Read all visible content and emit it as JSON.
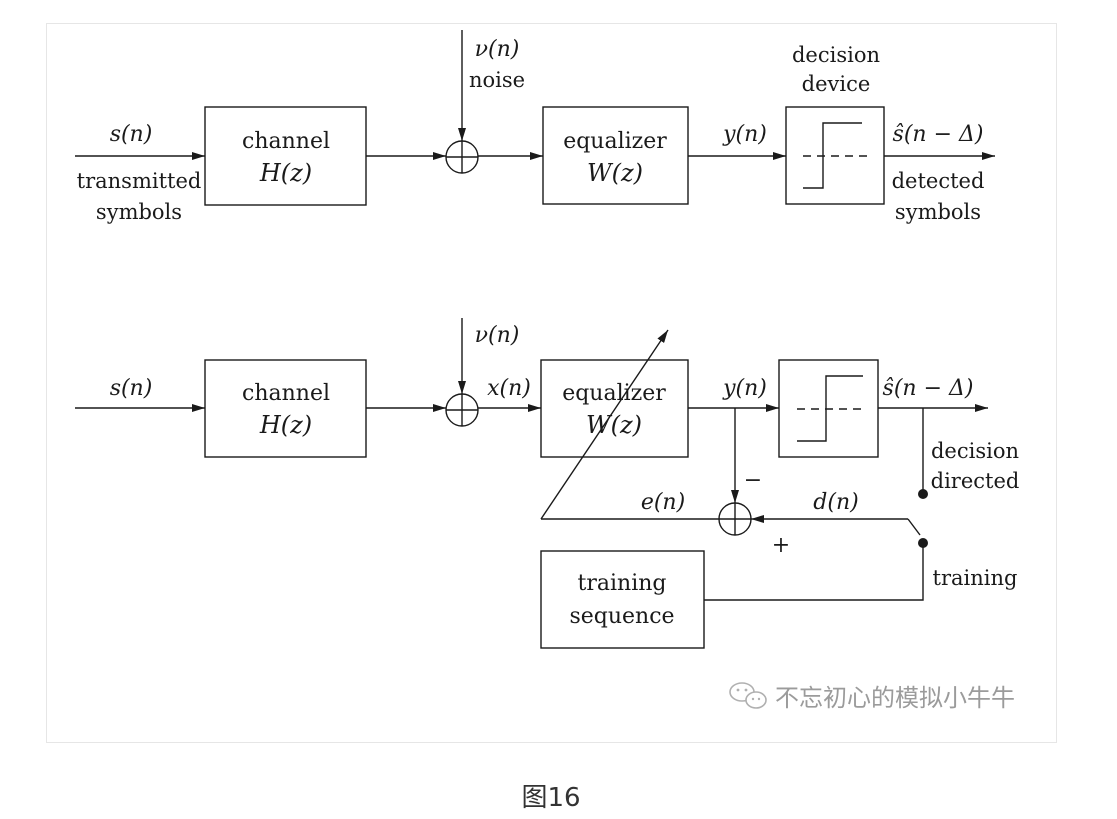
{
  "caption": "图16",
  "watermark": {
    "icon": "wechat-icon",
    "text": "不忘初心的模拟小牛牛"
  },
  "top_diagram": {
    "input": {
      "signal": "s(n)",
      "description": [
        "transmitted",
        "symbols"
      ]
    },
    "channel": {
      "name": "channel",
      "transfer": "H(z)"
    },
    "noise": {
      "signal": "ν(n)",
      "description": "noise"
    },
    "equalizer": {
      "name": "equalizer",
      "transfer": "W(z)",
      "output_signal": "y(n)"
    },
    "decision_device": {
      "description": [
        "decision",
        "device"
      ]
    },
    "output": {
      "signal": "ŝ(n − Δ)",
      "description": [
        "detected",
        "symbols"
      ]
    }
  },
  "bottom_diagram": {
    "input": {
      "signal": "s(n)"
    },
    "channel": {
      "name": "channel",
      "transfer": "H(z)"
    },
    "noise": {
      "signal": "ν(n)"
    },
    "equalizer": {
      "input_signal": "x(n)",
      "name": "equalizer",
      "transfer": "W(z)",
      "output_signal": "y(n)"
    },
    "output": {
      "signal": "ŝ(n − Δ)"
    },
    "error_summer": {
      "error_signal": "e(n)",
      "minus_sign": "−",
      "plus_sign": "+",
      "desired_signal": "d(n)"
    },
    "switch": {
      "decision_directed": [
        "decision",
        "directed"
      ],
      "training": "training"
    },
    "training_sequence": {
      "line1": "training",
      "line2": "sequence"
    }
  }
}
